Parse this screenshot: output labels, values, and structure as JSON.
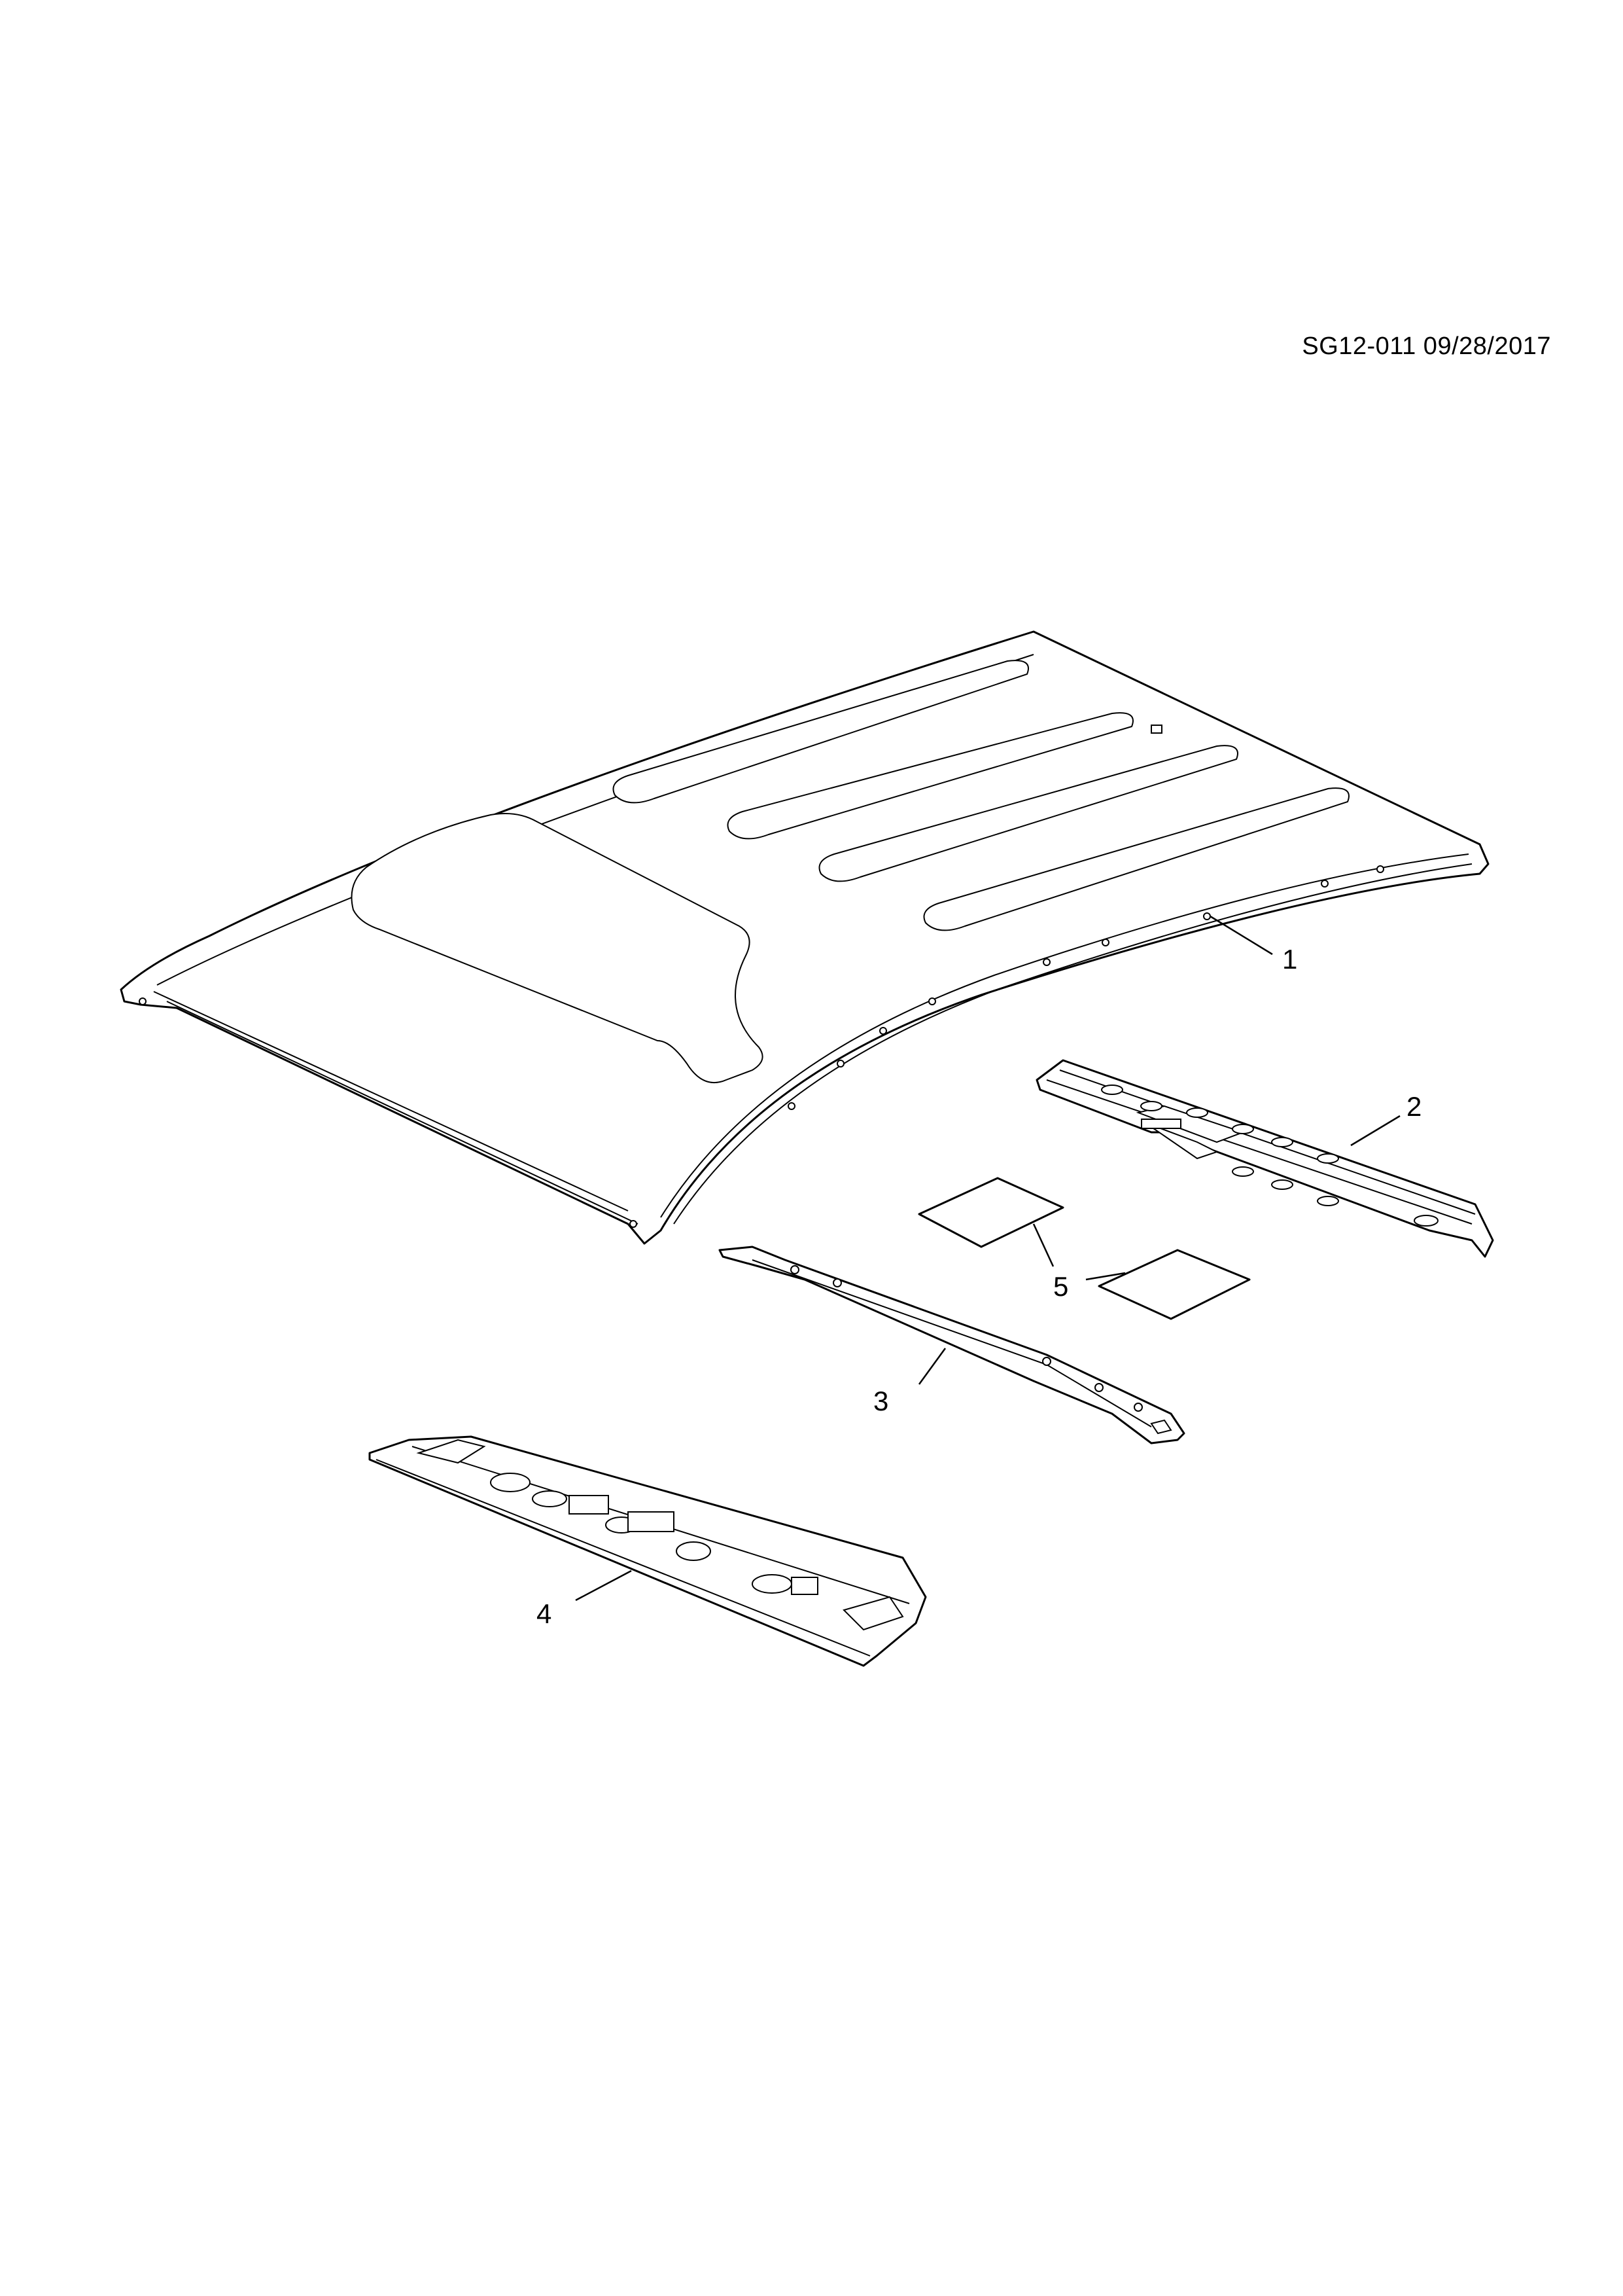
{
  "document": {
    "reference_code": "SG12-011 09/28/2017"
  },
  "callouts": [
    {
      "id": "1",
      "label": "1",
      "part": "roof-panel"
    },
    {
      "id": "2",
      "label": "2",
      "part": "rear-roof-bow"
    },
    {
      "id": "3",
      "label": "3",
      "part": "center-roof-bow"
    },
    {
      "id": "4",
      "label": "4",
      "part": "front-header-panel"
    },
    {
      "id": "5",
      "label": "5",
      "part": "sound-deadener-pads"
    }
  ],
  "colors": {
    "line": "#000000",
    "background": "#ffffff"
  }
}
